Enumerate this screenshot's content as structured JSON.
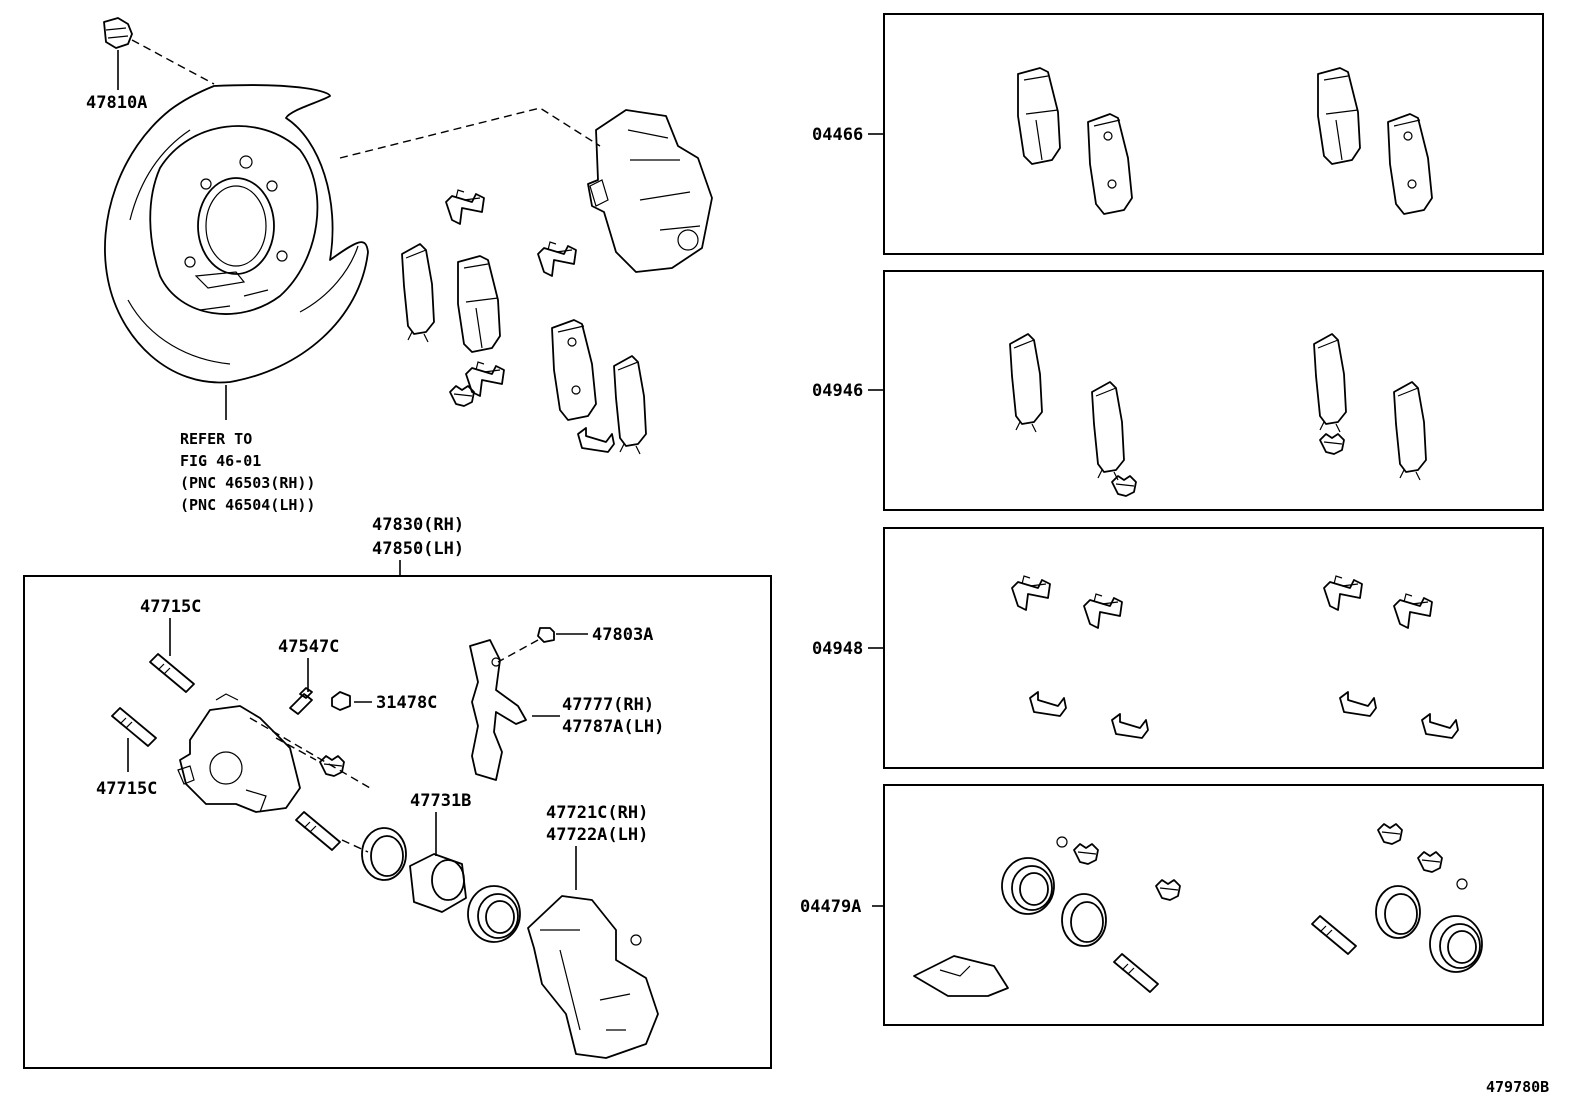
{
  "figure_code": "479780B",
  "labels": {
    "sensor": "47810A",
    "refer_1": "REFER TO",
    "refer_2": "FIG 46-01",
    "refer_3": "(PNC 46503(RH))",
    "refer_4": "(PNC 46504(LH))",
    "caliper_assy_rh": "47830(RH)",
    "caliper_assy_lh": "47850(LH)",
    "slide_pin_upper": "47715C",
    "slide_pin_lower": "47715C",
    "bleeder": "47547C",
    "bleeder_cap": "31478C",
    "bolt": "47803A",
    "bracket_rh": "47777(RH)",
    "bracket_lh": "47787A(LH)",
    "piston": "47731B",
    "mounting_rh": "47721C(RH)",
    "mounting_lh": "47722A(LH)"
  },
  "kits": [
    {
      "id": "kit-pad",
      "code": "04466"
    },
    {
      "id": "kit-shim",
      "code": "04946"
    },
    {
      "id": "kit-clip",
      "code": "04948"
    },
    {
      "id": "kit-seal",
      "code": "04479A"
    }
  ]
}
